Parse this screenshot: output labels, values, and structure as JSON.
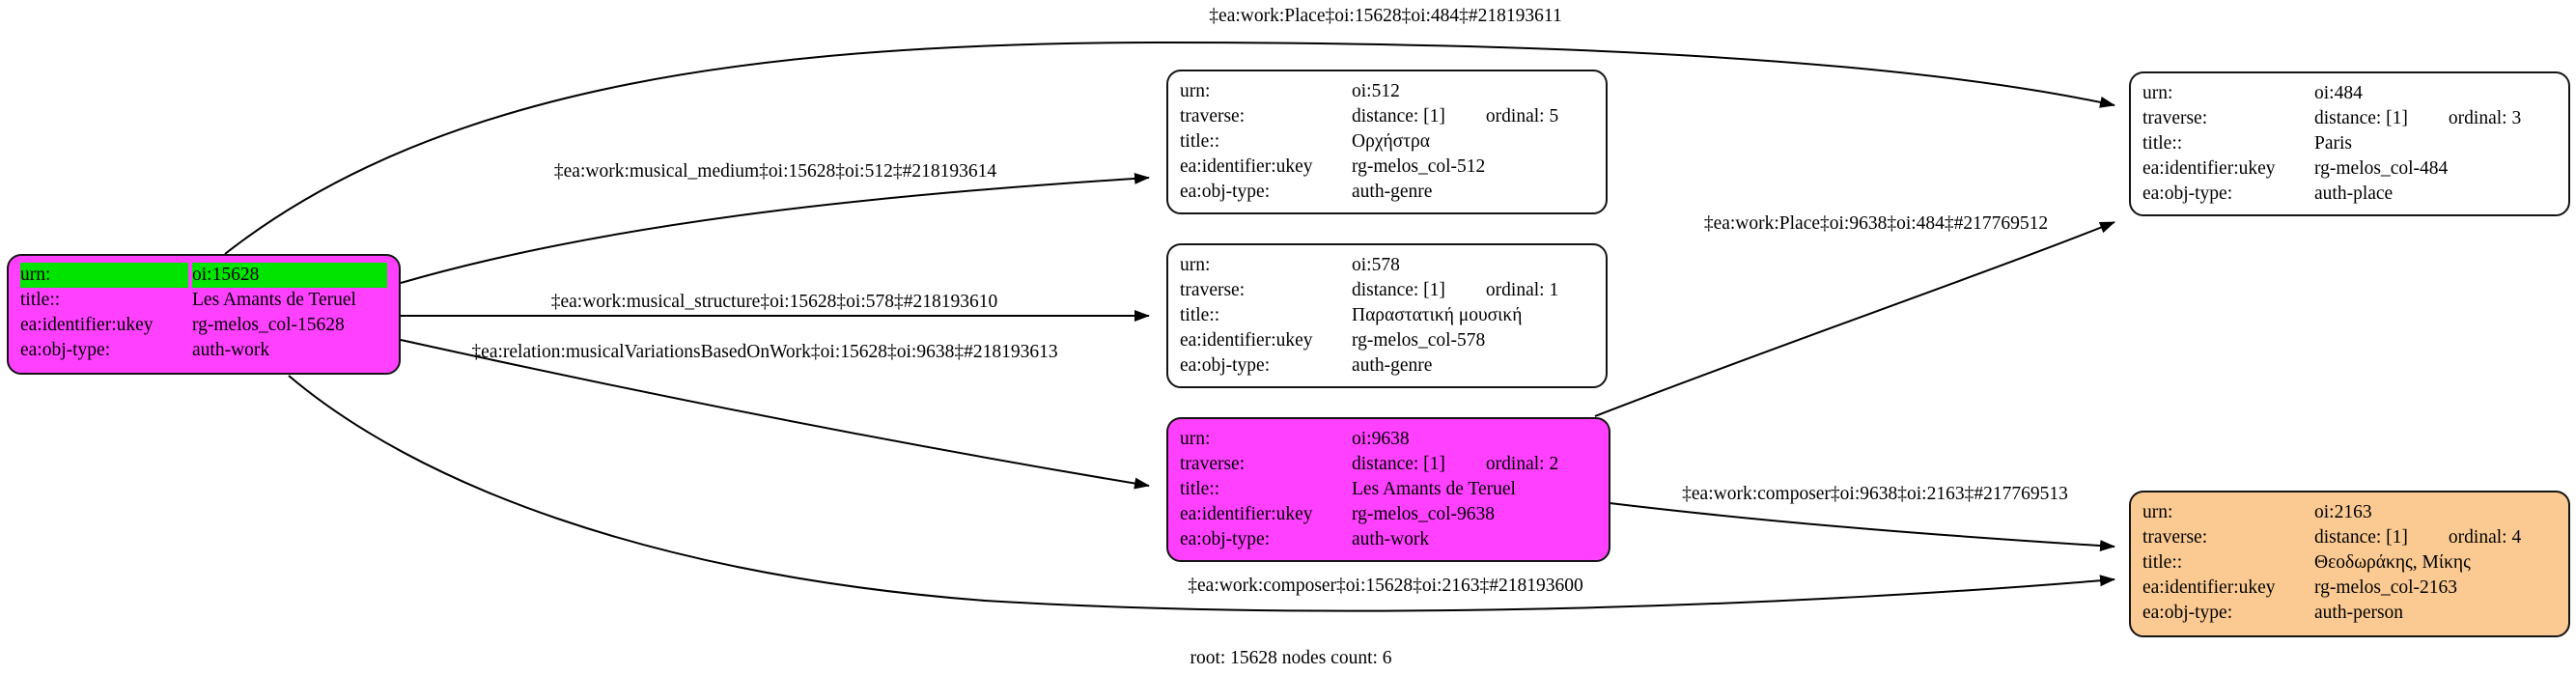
{
  "caption": "root: 15628 nodes count: 6",
  "colors": {
    "work_node_fill": "#ff40ff",
    "urn_highlight_fill": "#00e400",
    "person_node_fill": "#fbca92",
    "default_node_fill": "#ffffff",
    "edge_color": "#000000",
    "background": "#ffffff"
  },
  "nodes": {
    "n15628": {
      "rows": [
        {
          "key": "urn:",
          "value": "oi:15628"
        },
        {
          "key": "title::",
          "value": "Les Amants de Teruel"
        },
        {
          "key": "ea:identifier:ukey",
          "value": "rg-melos_col-15628"
        },
        {
          "key": "ea:obj-type:",
          "value": "auth-work"
        }
      ]
    },
    "n512": {
      "rows": [
        {
          "key": "urn:",
          "value": "oi:512"
        },
        {
          "key": "traverse:",
          "value": "distance: [1]",
          "ordinal": "ordinal: 5"
        },
        {
          "key": "title::",
          "value": "Ορχήστρα"
        },
        {
          "key": "ea:identifier:ukey",
          "value": "rg-melos_col-512"
        },
        {
          "key": "ea:obj-type:",
          "value": "auth-genre"
        }
      ]
    },
    "n578": {
      "rows": [
        {
          "key": "urn:",
          "value": "oi:578"
        },
        {
          "key": "traverse:",
          "value": "distance: [1]",
          "ordinal": "ordinal: 1"
        },
        {
          "key": "title::",
          "value": "Παραστατική μουσική"
        },
        {
          "key": "ea:identifier:ukey",
          "value": "rg-melos_col-578"
        },
        {
          "key": "ea:obj-type:",
          "value": "auth-genre"
        }
      ]
    },
    "n9638": {
      "rows": [
        {
          "key": "urn:",
          "value": "oi:9638"
        },
        {
          "key": "traverse:",
          "value": "distance: [1]",
          "ordinal": "ordinal: 2"
        },
        {
          "key": "title::",
          "value": "Les Amants de Teruel"
        },
        {
          "key": "ea:identifier:ukey",
          "value": "rg-melos_col-9638"
        },
        {
          "key": "ea:obj-type:",
          "value": "auth-work"
        }
      ]
    },
    "n484": {
      "rows": [
        {
          "key": "urn:",
          "value": "oi:484"
        },
        {
          "key": "traverse:",
          "value": "distance: [1]",
          "ordinal": "ordinal: 3"
        },
        {
          "key": "title::",
          "value": "Paris"
        },
        {
          "key": "ea:identifier:ukey",
          "value": "rg-melos_col-484"
        },
        {
          "key": "ea:obj-type:",
          "value": "auth-place"
        }
      ]
    },
    "n2163": {
      "rows": [
        {
          "key": "urn:",
          "value": "oi:2163"
        },
        {
          "key": "traverse:",
          "value": "distance: [1]",
          "ordinal": "ordinal: 4"
        },
        {
          "key": "title::",
          "value": "Θεοδωράκης, Μίκης"
        },
        {
          "key": "ea:identifier:ukey",
          "value": "rg-melos_col-2163"
        },
        {
          "key": "ea:obj-type:",
          "value": "auth-person"
        }
      ]
    }
  },
  "edges": {
    "place_15628_484": {
      "label": "‡ea:work:Place‡oi:15628‡oi:484‡#218193611"
    },
    "medium_15628_512": {
      "label": "‡ea:work:musical_medium‡oi:15628‡oi:512‡#218193614"
    },
    "structure_15628_578": {
      "label": "‡ea:work:musical_structure‡oi:15628‡oi:578‡#218193610"
    },
    "variations_15628_9638": {
      "label": "‡ea:relation:musicalVariationsBasedOnWork‡oi:15628‡oi:9638‡#218193613"
    },
    "composer_15628_2163": {
      "label": "‡ea:work:composer‡oi:15628‡oi:2163‡#218193600"
    },
    "place_9638_484": {
      "label": "‡ea:work:Place‡oi:9638‡oi:484‡#217769512"
    },
    "composer_9638_2163": {
      "label": "‡ea:work:composer‡oi:9638‡oi:2163‡#217769513"
    }
  }
}
